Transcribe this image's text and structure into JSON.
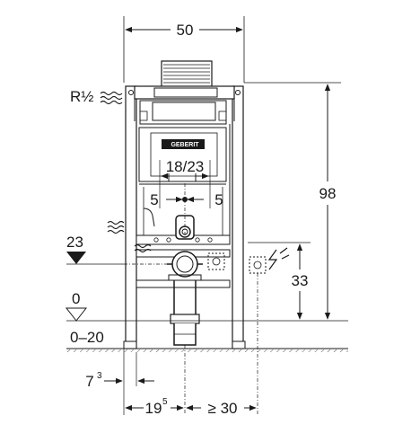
{
  "brand": "GEBERIT",
  "dimensions": {
    "top_width": "50",
    "height_total": "98",
    "height_right": "33",
    "flush_width": "18/23",
    "offset_left": "5",
    "offset_right": "5",
    "level_23": "23",
    "level_0": "0",
    "floor_range": "0–20",
    "bottom_left_base": "7",
    "bottom_left_sup": "3",
    "bottom_mid_base": "19",
    "bottom_mid_sup": "5",
    "bottom_right": "≥ 30"
  },
  "water_connection": "R½"
}
